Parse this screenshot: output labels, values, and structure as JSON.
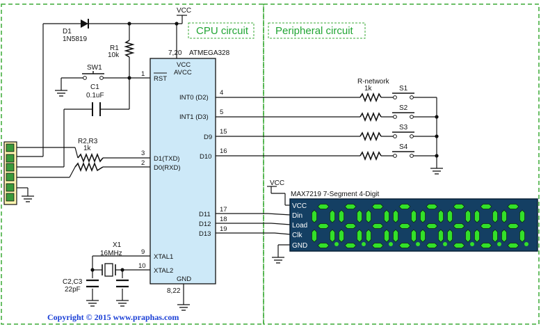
{
  "sections": {
    "cpu": "CPU circuit",
    "peripheral": "Peripheral circuit"
  },
  "labels": {
    "vcc_top": "VCC",
    "vcc_disp": "VCC",
    "d1_ref": "D1",
    "d1_part": "1N5819",
    "r1_ref": "R1",
    "r1_val": "10k",
    "sw1_ref": "SW1",
    "c1_ref": "C1",
    "c1_val": "0.1uF",
    "r23_ref": "R2,R3",
    "r23_val": "1k",
    "x1_ref": "X1",
    "x1_val": "16MHz",
    "c23_ref": "C2,C3",
    "c23_val": "22pF",
    "rnet_ref": "R-network",
    "rnet_val": "1k",
    "s1": "S1",
    "s2": "S2",
    "s3": "S3",
    "s4": "S4",
    "disp_title": "MAX7219  7-Segment  4-Digit"
  },
  "mcu": {
    "name": "ATMEGA328",
    "pin_vcc_num": "7,20",
    "pin_gnd_num": "8,22",
    "pin_vcc": "VCC",
    "pin_avcc": "AVCC",
    "pin_rst": "RST",
    "pin_gnd": "GND",
    "pins": {
      "p1": "1",
      "p3": "3",
      "p2": "2",
      "p4": "4",
      "p5": "5",
      "p15": "15",
      "p16": "16",
      "p17": "17",
      "p18": "18",
      "p19": "19",
      "p9": "9",
      "p10": "10"
    },
    "pin_names": {
      "int0": "INT0 (D2)",
      "int1": "INT1 (D3)",
      "d9": "D9",
      "d10": "D10",
      "d1": "D1(TXD)",
      "d0": "D0(RXD)",
      "d11": "D11",
      "d12": "D12",
      "d13": "D13",
      "xtal1": "XTAL1",
      "xtal2": "XTAL2"
    }
  },
  "display_pins": [
    "VCC",
    "Din",
    "Load",
    "Clk",
    "GND"
  ],
  "digit_count": 8,
  "colors": {
    "ic_fill": "#cde9f8",
    "display_bg": "#143f63",
    "segment": "#33e02a",
    "section_border": "#3aaa35",
    "copyright": "#1a3fd6"
  },
  "copyright": "Copyright © 2015 www.praphas.com"
}
